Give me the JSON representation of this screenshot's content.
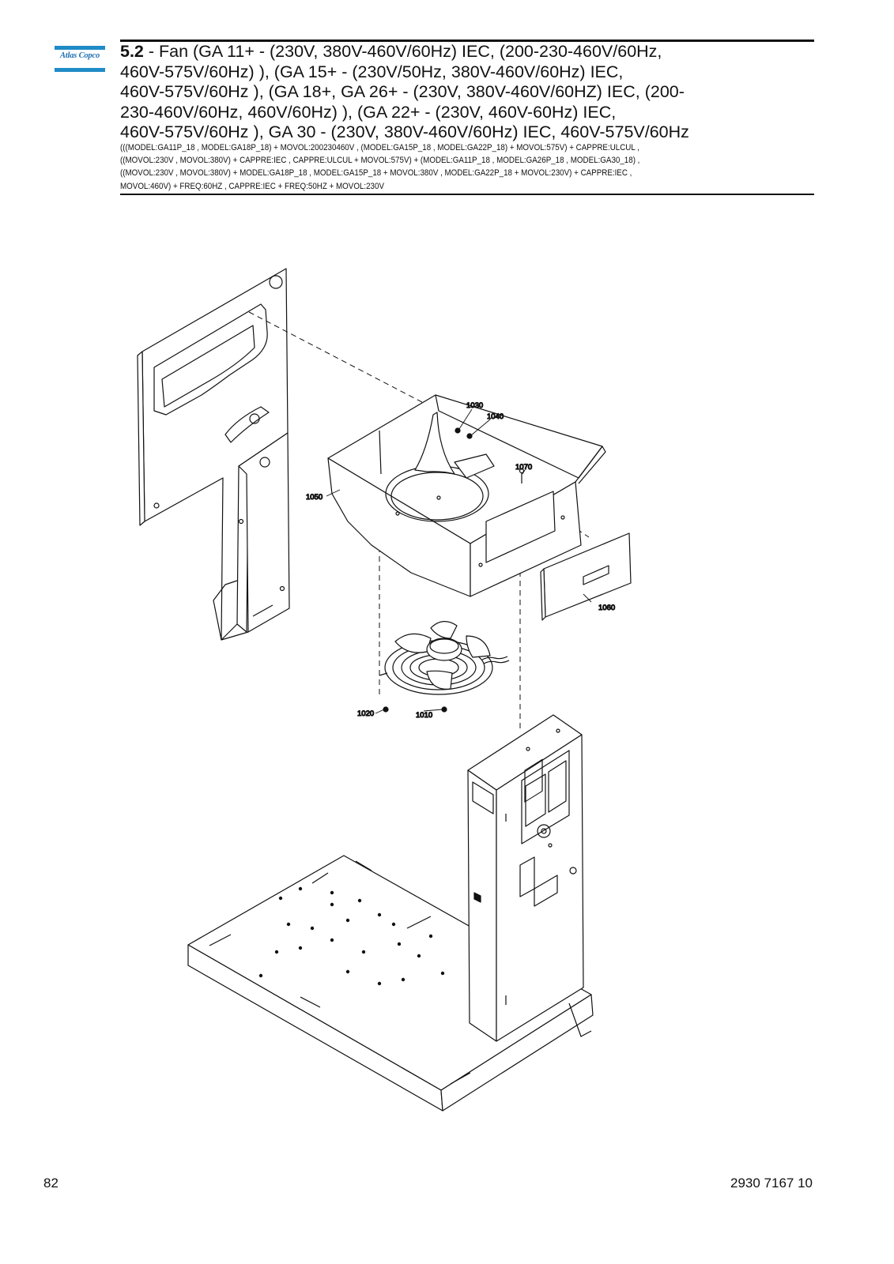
{
  "logo": {
    "text": "Atlas Copco"
  },
  "header": {
    "section_number": "5.2",
    "title_lines": [
      " - Fan (GA 11+ - (230V, 380V-460V/60Hz) IEC, (200-230-460V/60Hz,",
      "460V-575V/60Hz) ), (GA 15+ - (230V/50Hz, 380V-460V/60Hz) IEC,",
      "460V-575V/60Hz ), (GA 18+, GA 26+ - (230V, 380V-460V/60HZ) IEC, (200-",
      "230-460V/60Hz, 460V/60Hz) ), (GA 22+ - (230V, 460V-60Hz) IEC,",
      "460V-575V/60Hz ), GA 30 - (230V, 380V-460V/60Hz) IEC, 460V-575V/60Hz"
    ],
    "condition_lines": [
      "(((MODEL:GA11P_18 , MODEL:GA18P_18) + MOVOL:200230460V , (MODEL:GA15P_18 , MODEL:GA22P_18) + MOVOL:575V) + CAPPRE:ULCUL ,",
      "((MOVOL:230V , MOVOL:380V) + CAPPRE:IEC , CAPPRE:ULCUL + MOVOL:575V) + (MODEL:GA11P_18 , MODEL:GA26P_18 , MODEL:GA30_18) ,",
      "((MOVOL:230V , MOVOL:380V) + MODEL:GA18P_18 , MODEL:GA15P_18 + MOVOL:380V , MODEL:GA22P_18 + MOVOL:230V) + CAPPRE:IEC ,",
      "MOVOL:460V) + FREQ:60HZ , CAPPRE:IEC + FREQ:50HZ + MOVOL:230V"
    ]
  },
  "callouts": {
    "c1010": "1010",
    "c1020": "1020",
    "c1030": "1030",
    "c1040": "1040",
    "c1050": "1050",
    "c1060": "1060",
    "c1070": "1070"
  },
  "footer": {
    "page_number": "82",
    "doc_number": "2930 7167 10"
  },
  "colors": {
    "brand_blue": "#1f8bc7",
    "ink": "#111111"
  }
}
